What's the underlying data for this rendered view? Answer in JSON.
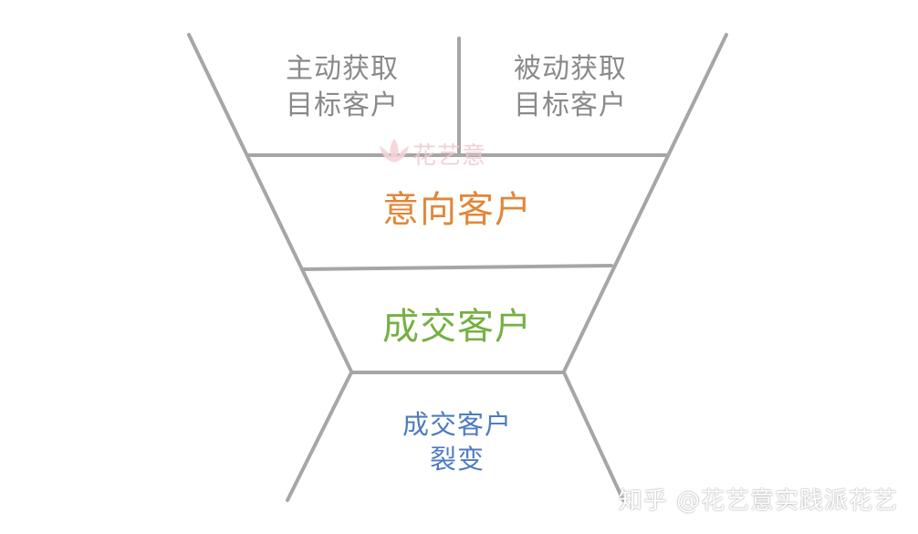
{
  "funnel": {
    "stage1_left": {
      "line1": "主动获取",
      "line2": "目标客户"
    },
    "stage1_right": {
      "line1": "被动获取",
      "line2": "目标客户"
    },
    "stage2": {
      "label": "意向客户"
    },
    "stage3": {
      "label": "成交客户"
    },
    "stage4": {
      "line1": "成交客户",
      "line2": "裂变"
    }
  },
  "watermarks": {
    "brand": "花艺意",
    "zhihu": "知乎 @花艺意实践派花艺"
  },
  "colors": {
    "lines": "#a6a6a6",
    "stage1_text": "#8a8a8a",
    "stage2_text": "#e0873a",
    "stage3_text": "#76b043",
    "stage4_text": "#4f7bbf"
  }
}
